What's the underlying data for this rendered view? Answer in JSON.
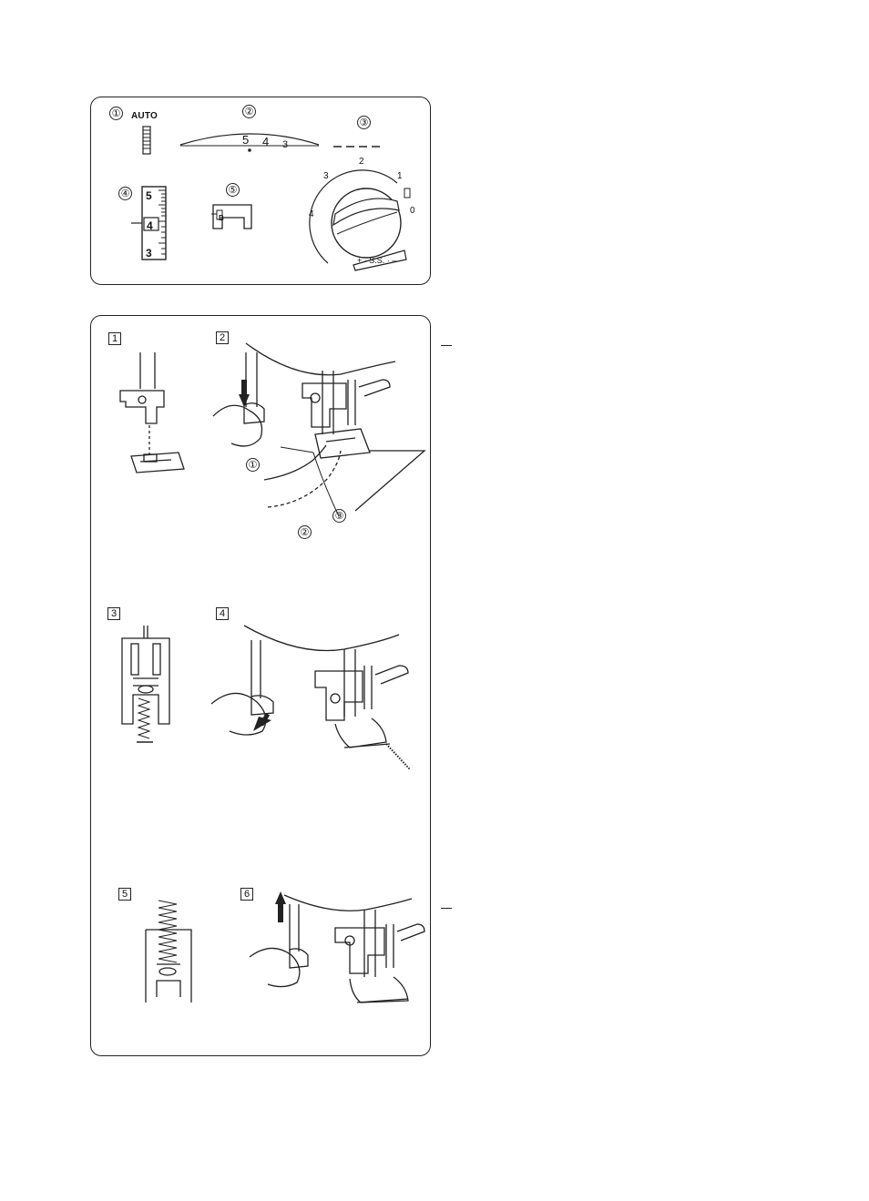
{
  "settings": {
    "callouts": [
      "①",
      "②",
      "③",
      "④",
      "⑤"
    ],
    "auto_label": "AUTO",
    "width_scale": [
      "5",
      "4",
      "3"
    ],
    "dial_numbers": [
      "2",
      "1",
      "3",
      "4",
      "0"
    ],
    "dial_ss": "+ · S.S. · –",
    "length_scale": [
      "5",
      "4",
      "3"
    ],
    "foot_letter": "B"
  },
  "steps": {
    "step_labels": [
      "1",
      "2",
      "3",
      "4",
      "5",
      "6"
    ],
    "callouts": [
      "①",
      "②",
      "③"
    ]
  }
}
